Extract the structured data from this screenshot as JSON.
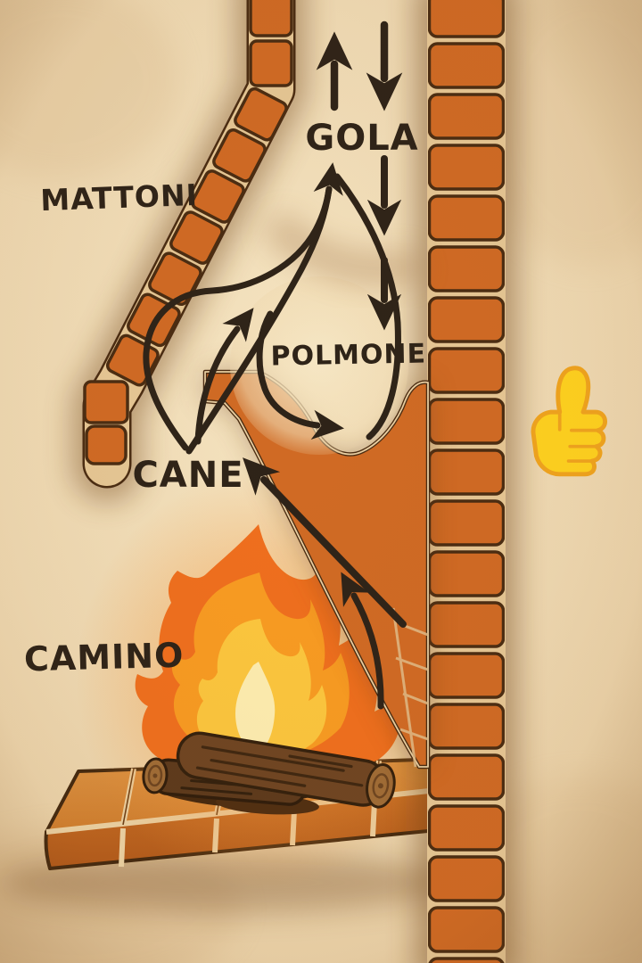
{
  "diagram": {
    "labels": {
      "mattoni": "MATTONI",
      "gola": "GOLA",
      "polmone": "POLMONE",
      "cane": "CANE",
      "camino": "CAMINO"
    },
    "icons": [
      {
        "name": "thumbs-up-icon",
        "meaning": "approval"
      }
    ],
    "colors": {
      "paper": "#efd9b2",
      "brick": "#d06a24",
      "brick_outline": "#4a2c12",
      "mortar": "#e6c795",
      "ink": "#2e2318",
      "flame_outer": "#ef6f1e",
      "flame_mid": "#f89b22",
      "flame_inner": "#fcc63e",
      "flame_core": "#fdedb0",
      "log": "#6f4522",
      "log_end": "#a06c36",
      "hearth_top": "#d98e3c",
      "hearth_front": "#c2661f",
      "emoji_yellow": "#ffd21f",
      "emoji_outline": "#f0a41e"
    }
  }
}
